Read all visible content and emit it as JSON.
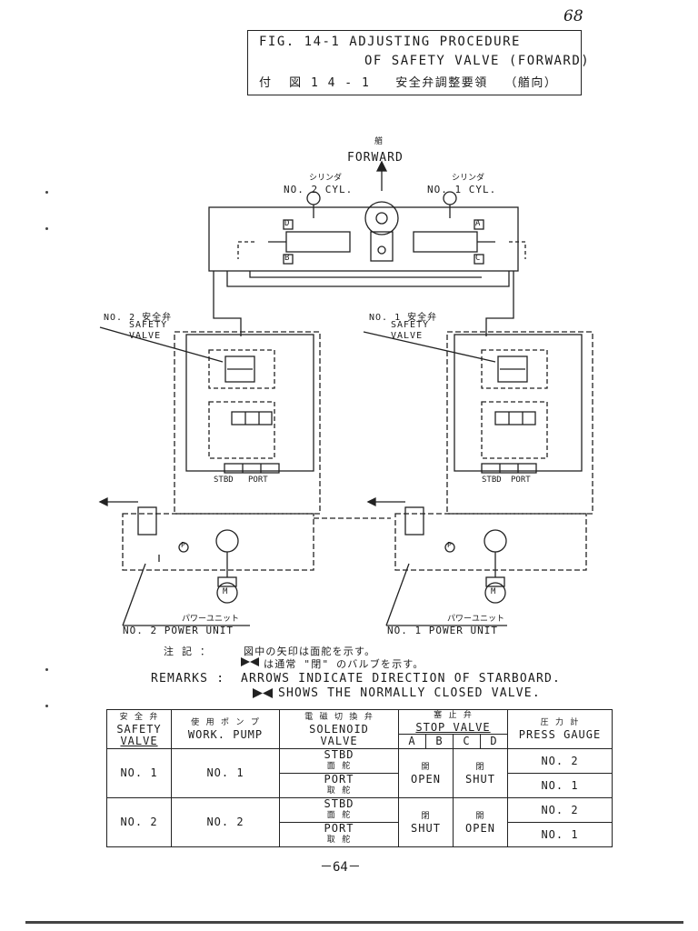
{
  "page_mark": "68",
  "title": {
    "line1": "FIG. 14-1 ADJUSTING PROCEDURE",
    "line2": "OF SAFETY VALVE (FORWARD)",
    "line3": "付  図 1 4 - 1   安全弁調整要領  （艏向）"
  },
  "diagram": {
    "forward_jp": "艏",
    "forward": "FORWARD",
    "cyl2_jp": "シリンダ",
    "cyl2": "NO. 2 CYL.",
    "cyl1_jp": "シリンダ",
    "cyl1": "NO. 1 CYL.",
    "port_d": "D",
    "port_b": "B",
    "port_a": "A",
    "port_c": "C",
    "sv2": [
      "NO. 2 安全弁",
      "SAFETY",
      "VALVE"
    ],
    "sv1": [
      "NO. 1 安全弁",
      "SAFETY",
      "VALVE"
    ],
    "stbd": "STBD",
    "port": "PORT",
    "pu2_jp": "パワーユニット",
    "pu2": "NO. 2 POWER UNIT",
    "pu1_jp": "パワーユニット",
    "pu1": "NO. 1 POWER UNIT",
    "motor": "M",
    "gauge": "P"
  },
  "remarks": {
    "jp_label": "注  記  ：",
    "jp_line1": "図中の矢印は面舵を示す。",
    "jp_line2": "は通常 \"閉\" のバルブを示す。",
    "en_label": "REMARKS :",
    "en_line1": "ARROWS INDICATE DIRECTION OF STARBOARD.",
    "en_line2": "SHOWS THE NORMALLY CLOSED VALVE."
  },
  "table": {
    "headers": {
      "safety_valve_jp": "安 全 弁",
      "safety_valve": "SAFETY",
      "safety_valve2": "VALVE",
      "pump_jp": "使 用 ポ ン プ",
      "pump": "WORK.  PUMP",
      "solenoid_jp": "電 磁 切 換 弁",
      "solenoid": "SOLENOID",
      "solenoid2": "VALVE",
      "stop_jp": "塞   止   弁",
      "stop": "STOP  VALVE",
      "stop_a": "A",
      "stop_b": "B",
      "stop_c": "C",
      "stop_d": "D",
      "gauge_jp": "圧 力 計",
      "gauge": "PRESS GAUGE"
    },
    "rows": [
      {
        "valve": "NO. 1",
        "pump": "NO. 1",
        "sol1": "STBD",
        "sol1_jp": "面 舵",
        "sol2": "PORT",
        "sol2_jp": "取 舵",
        "ab_jp": "開",
        "ab": "OPEN",
        "cd_jp": "閉",
        "cd": "SHUT",
        "g1": "NO. 2",
        "g2": "NO. 1"
      },
      {
        "valve": "NO. 2",
        "pump": "NO. 2",
        "sol1": "STBD",
        "sol1_jp": "面 舵",
        "sol2": "PORT",
        "sol2_jp": "取 舵",
        "ab_jp": "閉",
        "ab": "SHUT",
        "cd_jp": "開",
        "cd": "OPEN",
        "g1": "NO. 2",
        "g2": "NO. 1"
      }
    ]
  },
  "page_number": "－64－"
}
